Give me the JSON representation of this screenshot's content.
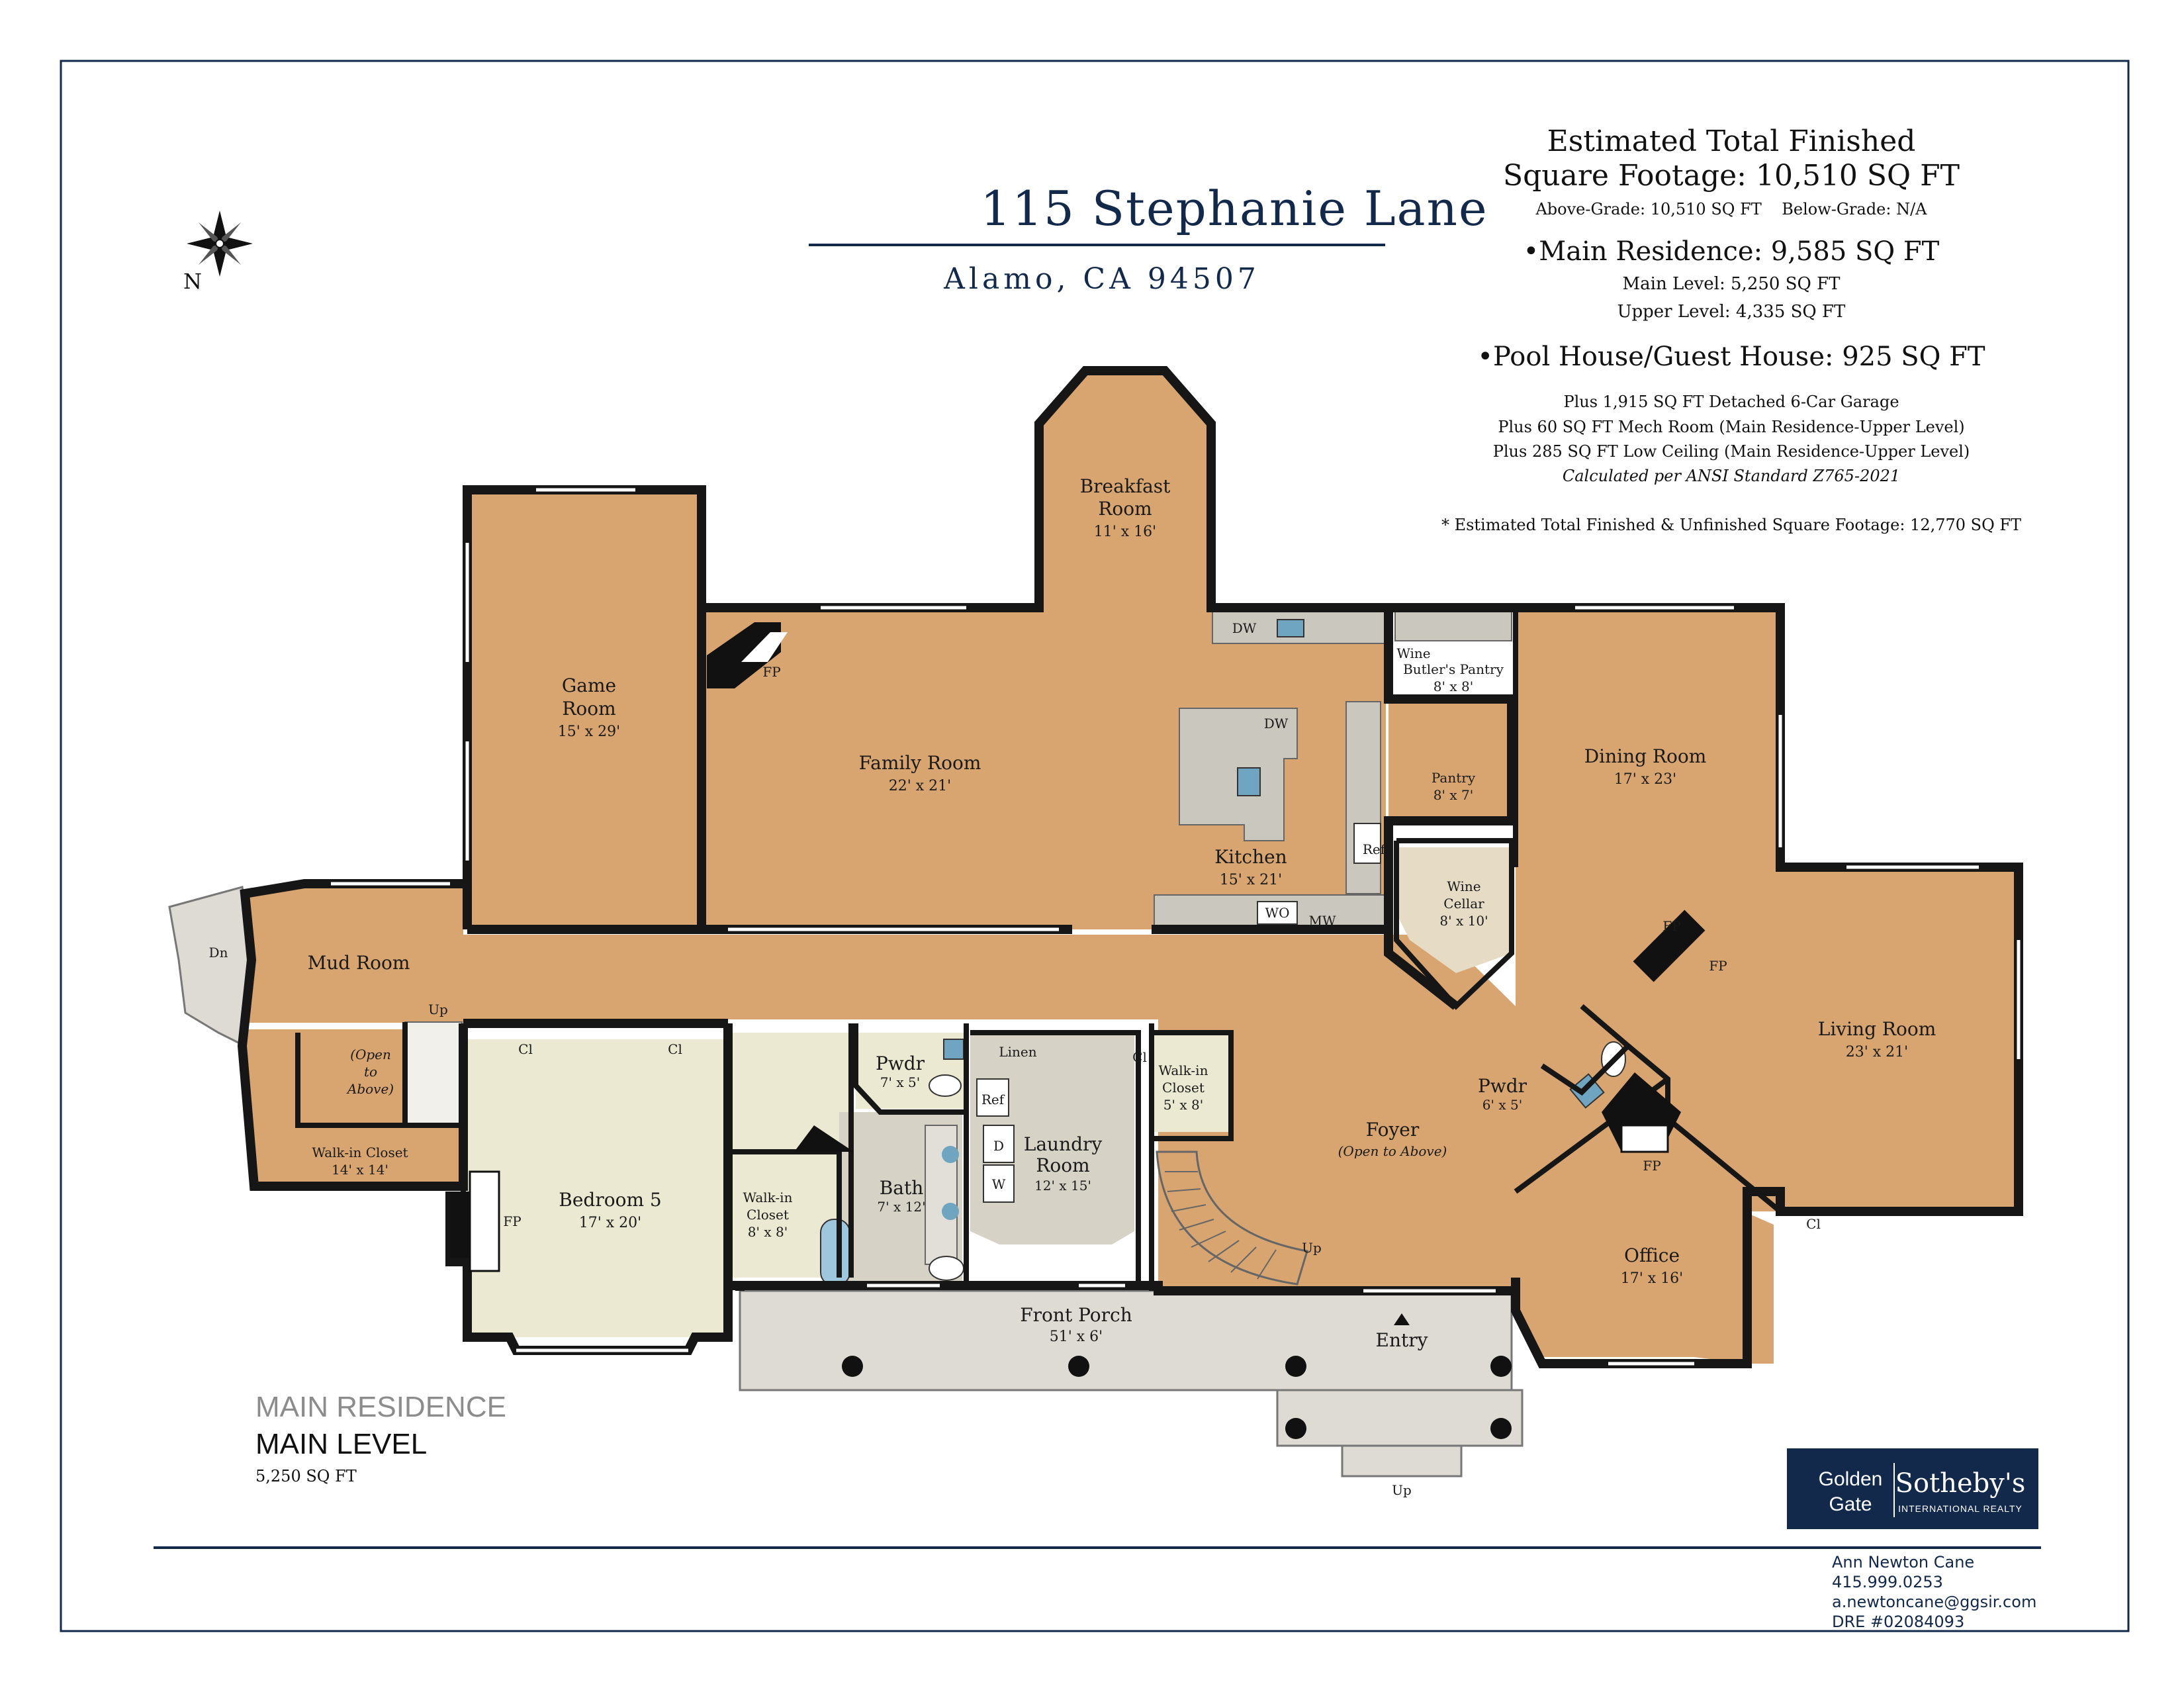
{
  "title": {
    "address": "115 Stephanie Lane",
    "city": "Alamo, CA 94507"
  },
  "compass": {
    "label": "N",
    "icon": "compass-rose-icon"
  },
  "summary": {
    "heading_line1": "Estimated Total Finished",
    "heading_line2": "Square Footage: 10,510 SQ FT",
    "grade_line": "Above-Grade: 10,510 SQ FT    Below-Grade: N/A",
    "main_residence": "•Main Residence: 9,585 SQ FT",
    "main_level": "Main Level: 5,250 SQ FT",
    "upper_level": "Upper Level: 4,335 SQ FT",
    "pool_house": "•Pool House/Guest House: 925 SQ FT",
    "extra1": "Plus 1,915  SQ FT Detached 6-Car Garage",
    "extra2": "Plus 60 SQ FT Mech Room (Main Residence-Upper Level)",
    "extra3": "Plus 285 SQ FT Low Ceiling (Main Residence-Upper Level)",
    "calc": "Calculated per ANSI Standard Z765-2021",
    "total_note": "* Estimated Total Finished & Unfinished Square Footage: 12,770 SQ FT"
  },
  "level": {
    "building": "MAIN RESIDENCE",
    "name": "MAIN LEVEL",
    "sqft": "5,250 SQ FT"
  },
  "rooms": {
    "breakfast": {
      "name1": "Breakfast",
      "name2": "Room",
      "dim": "11' x 16'"
    },
    "game": {
      "name1": "Game",
      "name2": "Room",
      "dim": "15' x 29'"
    },
    "family": {
      "name": "Family Room",
      "dim": "22' x 21'"
    },
    "kitchen": {
      "name": "Kitchen",
      "dim": "15' x 21'"
    },
    "butlers": {
      "name1": "Wine",
      "name2": "Butler's Pantry",
      "dim": "8' x 8'"
    },
    "pantry": {
      "name": "Pantry",
      "dim": "8' x 7'"
    },
    "wine_cellar": {
      "name1": "Wine",
      "name2": "Cellar",
      "dim": "8' x 10'"
    },
    "dining": {
      "name": "Dining Room",
      "dim": "17' x 23'"
    },
    "living": {
      "name": "Living Room",
      "dim": "23' x 21'"
    },
    "mud": {
      "name": "Mud Room"
    },
    "walkin_left": {
      "name": "Walk-in Closet",
      "dim": "14' x 14'"
    },
    "open_above": {
      "l1": "(Open",
      "l2": "to",
      "l3": "Above)"
    },
    "bedroom5": {
      "name": "Bedroom 5",
      "dim": "17' x 20'"
    },
    "walkin_bed": {
      "l1": "Walk-in",
      "l2": "Closet",
      "dim": "8' x 8'"
    },
    "bath": {
      "name": "Bath",
      "dim": "7' x 12'"
    },
    "pwdr_left": {
      "name": "Pwdr",
      "dim": "7' x 5'"
    },
    "laundry": {
      "name1": "Laundry",
      "name2": "Room",
      "dim": "12' x 15'"
    },
    "walkin_foyer": {
      "l1": "Walk-in",
      "l2": "Closet",
      "dim": "5' x 8'"
    },
    "foyer": {
      "name": "Foyer",
      "note": "(Open to Above)"
    },
    "pwdr_right": {
      "name": "Pwdr",
      "dim": "6' x 5'"
    },
    "office": {
      "name": "Office",
      "dim": "17' x 16'"
    },
    "porch": {
      "name": "Front Porch",
      "dim": "51' x 6'"
    },
    "entry": {
      "name": "Entry"
    }
  },
  "fixtures": {
    "dw": "DW",
    "fp": "FP",
    "ref": "Ref",
    "wo": "WO",
    "mw": "MW",
    "cl": "Cl",
    "linen": "Linen",
    "d": "D",
    "w": "W",
    "up": "Up",
    "dn": "Dn"
  },
  "agency": {
    "golden": "Golden",
    "gate": "Gate",
    "brand": "Sotheby's",
    "sub": "INTERNATIONAL REALTY",
    "bg_color": "#13294b"
  },
  "agent": {
    "name": "Ann Newton Cane",
    "phone": "415.999.0253",
    "email": "a.newtoncane@ggsir.com",
    "dre": "DRE #02084093"
  },
  "colors": {
    "accent": "#13294b",
    "wood": "#d8a470",
    "tile": "#d6d2c6",
    "cream": "#ebe9d2"
  }
}
